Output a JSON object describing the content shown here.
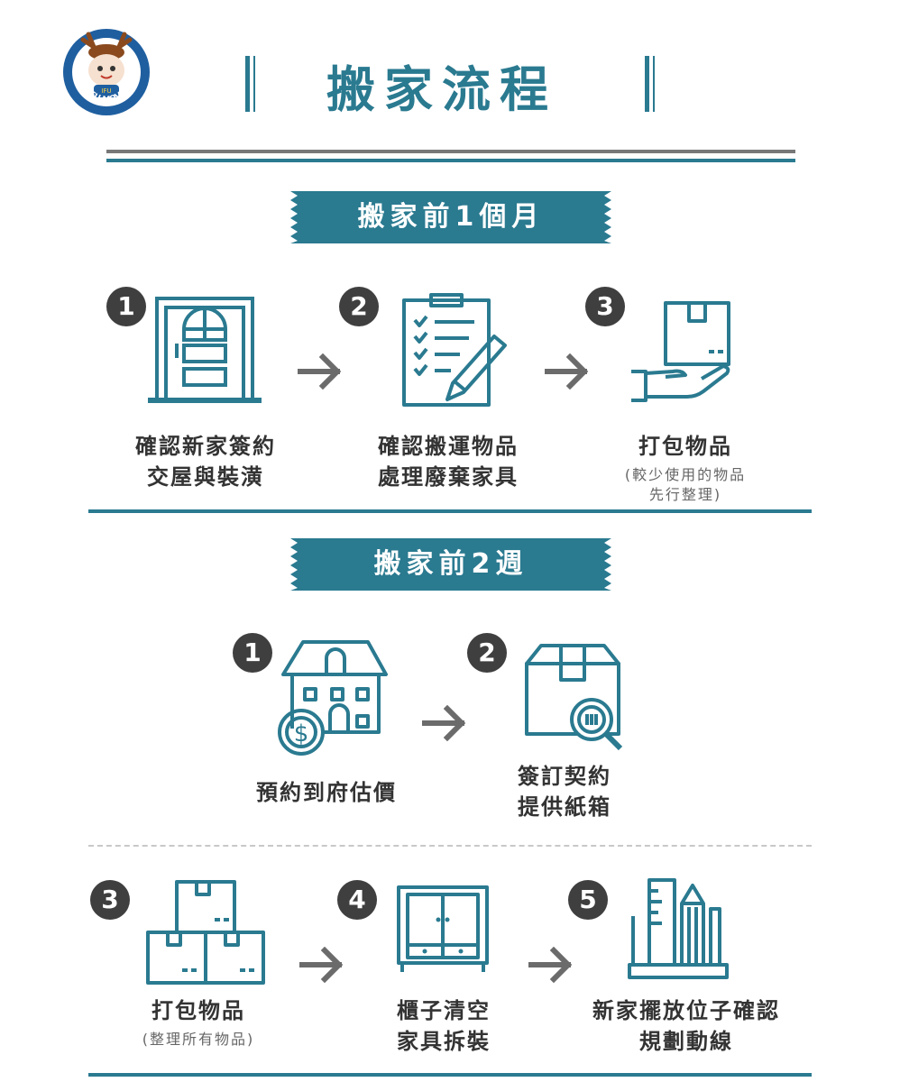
{
  "header": {
    "title": "搬家流程",
    "logo_text_top": "IFU",
    "logo_text": "IFU-MOVE"
  },
  "section1": {
    "banner": "搬家前1個月",
    "steps": [
      {
        "number": "1",
        "icon": "door-icon",
        "lines": [
          "確認新家簽約",
          "交屋與裝潢"
        ]
      },
      {
        "number": "2",
        "icon": "clipboard-checklist-icon",
        "lines": [
          "確認搬運物品",
          "處理廢棄家具"
        ]
      },
      {
        "number": "3",
        "icon": "hand-box-icon",
        "lines": [
          "打包物品"
        ],
        "note": [
          "(較少使用的物品",
          "先行整理)"
        ]
      }
    ]
  },
  "section2": {
    "banner": "搬家前2週",
    "steps": [
      {
        "number": "1",
        "icon": "house-dollar-icon",
        "lines": [
          "預約到府估價"
        ]
      },
      {
        "number": "2",
        "icon": "box-magnifier-icon",
        "lines": [
          "簽訂契約",
          "提供紙箱"
        ]
      },
      {
        "number": "3",
        "icon": "stacked-boxes-icon",
        "lines": [
          "打包物品"
        ],
        "note": [
          "(整理所有物品)"
        ]
      },
      {
        "number": "4",
        "icon": "cabinet-icon",
        "lines": [
          "櫃子清空",
          "家具拆裝"
        ]
      },
      {
        "number": "5",
        "icon": "stationery-holder-icon",
        "lines": [
          "新家擺放位子確認",
          "規劃動線"
        ]
      }
    ]
  },
  "colors": {
    "teal": "#2a7a90",
    "badge": "#3f3f3f",
    "arrow": "#6b6b6b",
    "gray_rule": "#787878"
  }
}
